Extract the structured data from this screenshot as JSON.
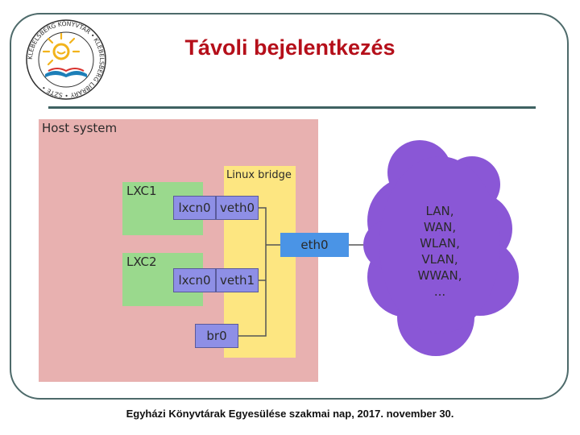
{
  "slide": {
    "title": "Távoli bejelentkezés",
    "footer": "Egyházi Könyvtárak Egyesülése szakmai nap, 2017. november 30."
  },
  "logo": {
    "ring_text": "KLEBELSBERG KÖNYVTÁR • KLEBELSBERG LIBRARY • SZTE •",
    "colors": {
      "sun": "#f2b31b",
      "ring": "#2f2f2f",
      "book": "#1d7fb8",
      "book_accent": "#d8302c"
    }
  },
  "diagram": {
    "host_label": "Host system",
    "bridge_label": "Linux bridge",
    "containers": [
      {
        "label": "LXC1",
        "iface": "lxcn0",
        "veth": "veth0"
      },
      {
        "label": "LXC2",
        "iface": "lxcn0",
        "veth": "veth1"
      }
    ],
    "br0_label": "br0",
    "eth0_label": "eth0",
    "network_labels": [
      "LAN,",
      "WAN,",
      "WLAN,",
      "VLAN,",
      "WWAN,",
      "..."
    ],
    "colors": {
      "host": "#e8b1b0",
      "bridge": "#fde681",
      "container": "#9ad98d",
      "iface": "#8e8fe6",
      "eth0": "#4a94e6",
      "cloud": "#8a57d6",
      "title": "#b50f1a",
      "frame": "#4d6a6a"
    }
  }
}
